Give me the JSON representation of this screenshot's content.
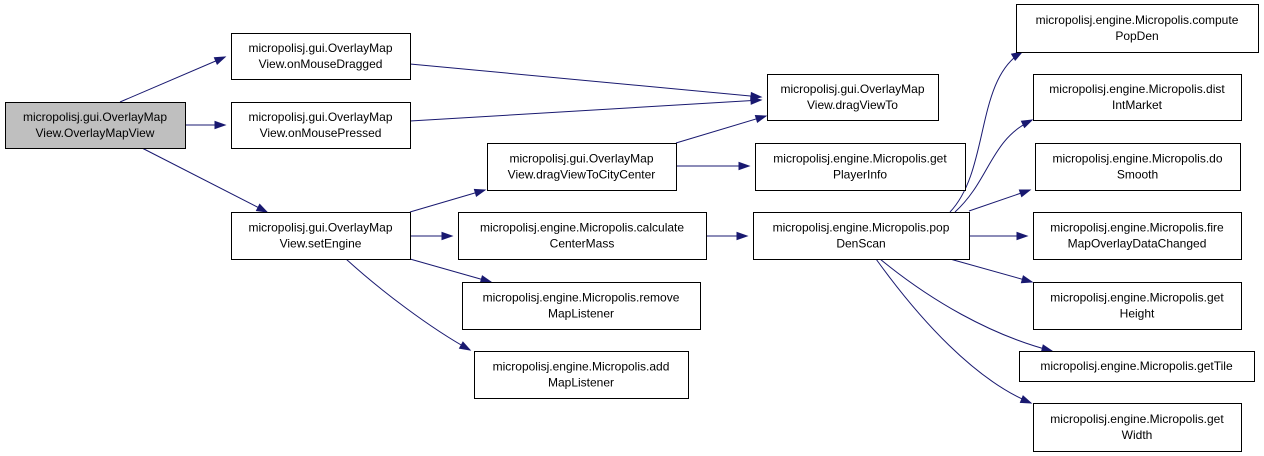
{
  "colors": {
    "edge": "#191970",
    "root_fill": "#bfbfbf",
    "node_fill": "#ffffff",
    "border": "#000000"
  },
  "nodes": [
    {
      "id": "root",
      "lines": [
        "micropolisj.gui.OverlayMap",
        "View.OverlayMapView"
      ],
      "highlighted": true
    },
    {
      "id": "onMouseDragged",
      "lines": [
        "micropolisj.gui.OverlayMap",
        "View.onMouseDragged"
      ]
    },
    {
      "id": "onMousePressed",
      "lines": [
        "micropolisj.gui.OverlayMap",
        "View.onMousePressed"
      ]
    },
    {
      "id": "setEngine",
      "lines": [
        "micropolisj.gui.OverlayMap",
        "View.setEngine"
      ]
    },
    {
      "id": "dragViewTo",
      "lines": [
        "micropolisj.gui.OverlayMap",
        "View.dragViewTo"
      ]
    },
    {
      "id": "dragViewToCityCenter",
      "lines": [
        "micropolisj.gui.OverlayMap",
        "View.dragViewToCityCenter"
      ]
    },
    {
      "id": "calculateCenterMass",
      "lines": [
        "micropolisj.engine.Micropolis.calculate",
        "CenterMass"
      ]
    },
    {
      "id": "removeMapListener",
      "lines": [
        "micropolisj.engine.Micropolis.remove",
        "MapListener"
      ]
    },
    {
      "id": "addMapListener",
      "lines": [
        "micropolisj.engine.Micropolis.add",
        "MapListener"
      ]
    },
    {
      "id": "getPlayerInfo",
      "lines": [
        "micropolisj.engine.Micropolis.get",
        "PlayerInfo"
      ]
    },
    {
      "id": "popDenScan",
      "lines": [
        "micropolisj.engine.Micropolis.pop",
        "DenScan"
      ]
    },
    {
      "id": "computePopDen",
      "lines": [
        "micropolisj.engine.Micropolis.compute",
        "PopDen"
      ]
    },
    {
      "id": "distIntMarket",
      "lines": [
        "micropolisj.engine.Micropolis.dist",
        "IntMarket"
      ]
    },
    {
      "id": "doSmooth",
      "lines": [
        "micropolisj.engine.Micropolis.do",
        "Smooth"
      ]
    },
    {
      "id": "fireMapOverlayDataChanged",
      "lines": [
        "micropolisj.engine.Micropolis.fire",
        "MapOverlayDataChanged"
      ]
    },
    {
      "id": "getHeight",
      "lines": [
        "micropolisj.engine.Micropolis.get",
        "Height"
      ]
    },
    {
      "id": "getTile",
      "lines": [
        "micropolisj.engine.Micropolis.getTile"
      ]
    },
    {
      "id": "getWidth",
      "lines": [
        "micropolisj.engine.Micropolis.get",
        "Width"
      ]
    }
  ],
  "edges": [
    {
      "from": "root",
      "to": "onMouseDragged"
    },
    {
      "from": "root",
      "to": "onMousePressed"
    },
    {
      "from": "root",
      "to": "setEngine"
    },
    {
      "from": "onMouseDragged",
      "to": "dragViewTo"
    },
    {
      "from": "onMousePressed",
      "to": "dragViewTo"
    },
    {
      "from": "setEngine",
      "to": "dragViewToCityCenter"
    },
    {
      "from": "setEngine",
      "to": "calculateCenterMass"
    },
    {
      "from": "setEngine",
      "to": "removeMapListener"
    },
    {
      "from": "setEngine",
      "to": "addMapListener"
    },
    {
      "from": "dragViewToCityCenter",
      "to": "dragViewTo"
    },
    {
      "from": "dragViewToCityCenter",
      "to": "getPlayerInfo"
    },
    {
      "from": "calculateCenterMass",
      "to": "popDenScan"
    },
    {
      "from": "popDenScan",
      "to": "computePopDen"
    },
    {
      "from": "popDenScan",
      "to": "distIntMarket"
    },
    {
      "from": "popDenScan",
      "to": "doSmooth"
    },
    {
      "from": "popDenScan",
      "to": "fireMapOverlayDataChanged"
    },
    {
      "from": "popDenScan",
      "to": "getHeight"
    },
    {
      "from": "popDenScan",
      "to": "getTile"
    },
    {
      "from": "popDenScan",
      "to": "getWidth"
    }
  ]
}
